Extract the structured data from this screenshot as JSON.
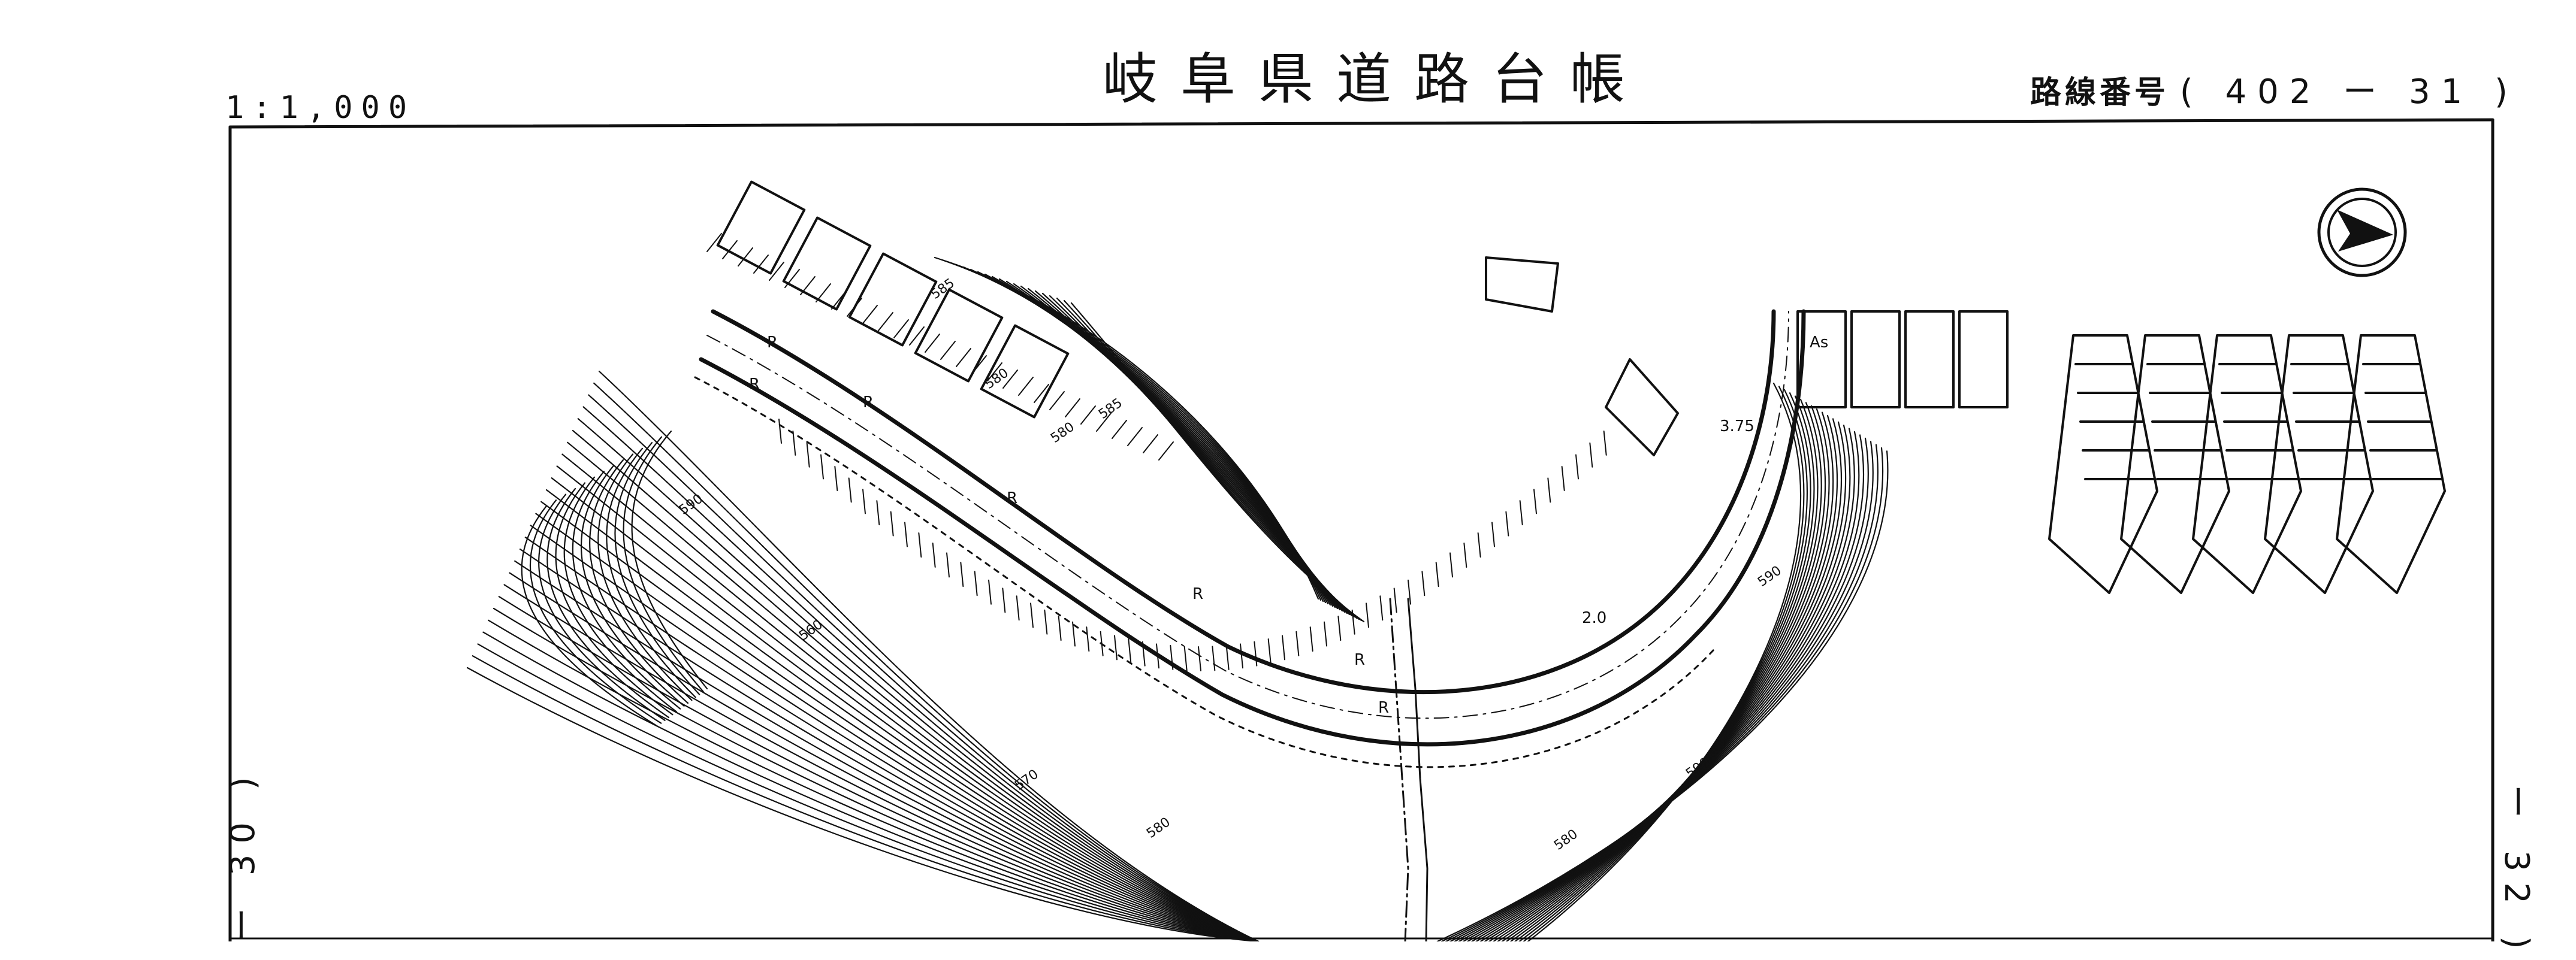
{
  "sheet": {
    "title": "岐阜県道路台帳",
    "scale": "1:1,000",
    "route_label": "路線番号",
    "route_number": "( 402 ー 31 )",
    "adjacent_left": "ー 30 )",
    "adjacent_right": "ー 32 )"
  },
  "map": {
    "north_arrow": "north-arrow-icon",
    "road_labels": [
      "R",
      "R",
      "R",
      "R",
      "R",
      "R",
      "R",
      "As",
      "2.0",
      "3.75"
    ],
    "contour_labels": [
      "590",
      "585",
      "580",
      "580",
      "585",
      "590",
      "590",
      "560",
      "570",
      "580",
      "580"
    ],
    "colors": {
      "ink": "#111111",
      "paper": "#ffffff"
    }
  }
}
